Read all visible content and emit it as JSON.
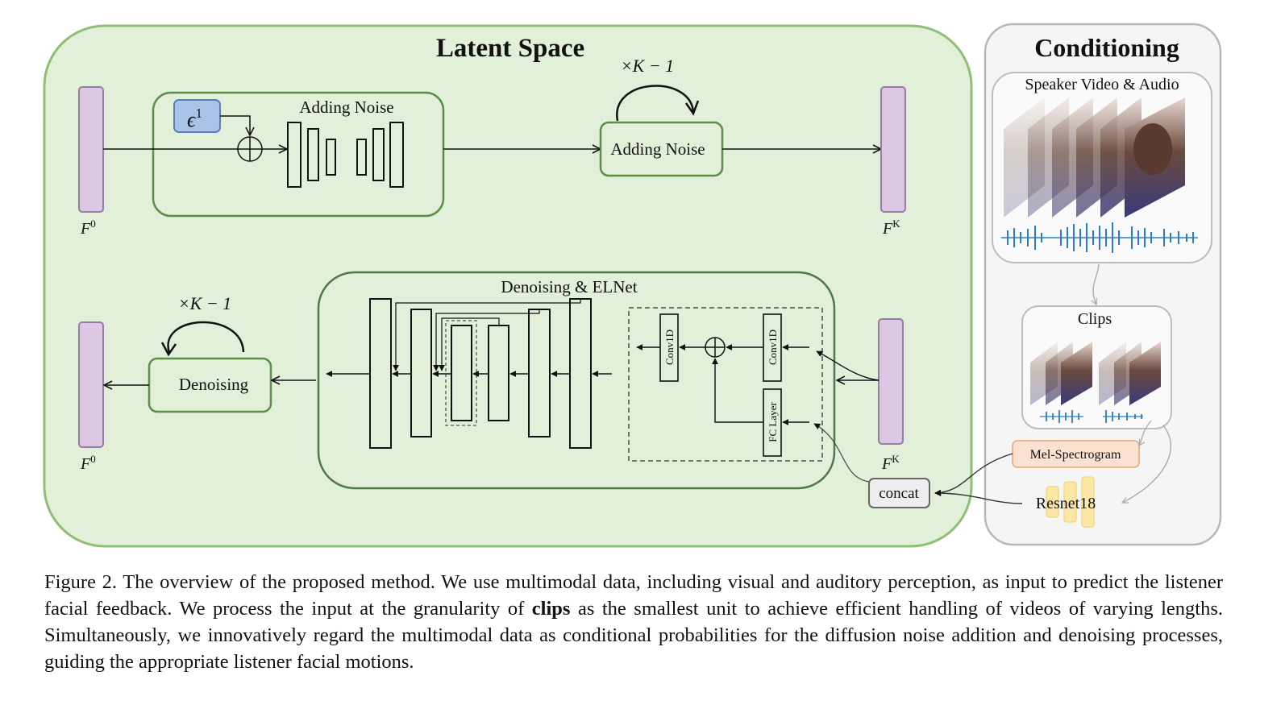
{
  "latent_space": {
    "title": "Latent Space",
    "f0_top": "F",
    "f0_top_sup": "0",
    "fk_top": "F",
    "fk_top_sup": "K",
    "f0_bottom": "F",
    "f0_bottom_sup": "0",
    "fk_bottom": "F",
    "fk_bottom_sup": "K",
    "epsilon": "ϵ",
    "epsilon_sup": "1",
    "adding_noise_box_label": "Adding Noise",
    "adding_noise_label": "Adding Noise",
    "repeat_top": "×K − 1",
    "denoising_elnet_label": "Denoising & ELNet",
    "repeat_bottom": "×K − 1",
    "denoising_label": "Denoising",
    "conv1d_left": "Conv1D",
    "conv1d_right": "Conv1D",
    "fc_layer": "FC Layer",
    "concat": "concat"
  },
  "conditioning": {
    "title": "Conditioning",
    "speaker_label": "Speaker Video & Audio",
    "clips_label": "Clips",
    "mel_label": "Mel-Spectrogram",
    "resnet_label": "Resnet18"
  },
  "caption": {
    "prefix": "Figure 2.  The overview of the proposed method.  We use multimodal data, including visual and auditory perception, as input to predict the listener facial feedback.  We process the input at the granularity of ",
    "bold": "clips",
    "suffix": " as the smallest unit to achieve efficient handling of videos of varying lengths.  Simultaneously, we innovatively regard the multimodal data as conditional probabilities for the diffusion noise addition and denoising processes, guiding the appropriate listener facial motions."
  },
  "colors": {
    "latent_bg": "#e2efd9",
    "latent_border": "#8fbf74",
    "box_border": "#5a8f45",
    "feature_fill": "#dcc8e3",
    "feature_border": "#9a7aa8",
    "epsilon_fill": "#a9c4e8",
    "epsilon_border": "#5a7fb8",
    "cond_bg": "#f5f5f5",
    "cond_border": "#b8b8b8",
    "mel_fill": "#fbe1cf",
    "mel_border": "#e8a877",
    "resnet_fill": "#fbe8a6",
    "waveform": "#2a7fc0"
  }
}
